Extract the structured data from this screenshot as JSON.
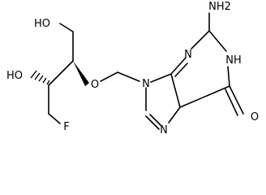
{
  "molecule": {
    "atoms": {
      "oh_top": "HO",
      "oh_left": "HO",
      "ether_o": "O",
      "fluorine": "F",
      "n9": "N",
      "n3": "N",
      "nh2": "NH2",
      "nh1": "NH",
      "n7": "N",
      "carbonyl_o": "O"
    }
  }
}
